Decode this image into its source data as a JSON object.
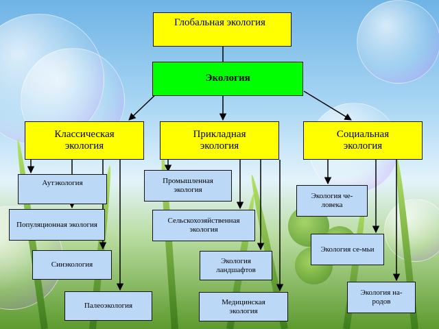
{
  "boxes": {
    "global": "Глобальная экология",
    "ecology": "Экология",
    "classic": "Классическая экология",
    "applied": "Прикладная экология",
    "social": "Социальная экология",
    "autecology": "Аутэкология",
    "population": "Популяционная экология",
    "synecology": "Синэкология",
    "paleo": "Палеоэкология",
    "industrial": "Промышленная экология",
    "agricultural": "Сельскохозяйственная экология",
    "landscape": "Экология ландшафтов",
    "medical": "Медицинская экология",
    "human": "Экология че-ловека",
    "family": "Экология се-мьи",
    "nations": "Экология на-родов"
  },
  "colors": {
    "top_box": "#ffff00",
    "center_box": "#00ff00",
    "leaf_box": "#bcd8f7",
    "line": "#000000"
  }
}
